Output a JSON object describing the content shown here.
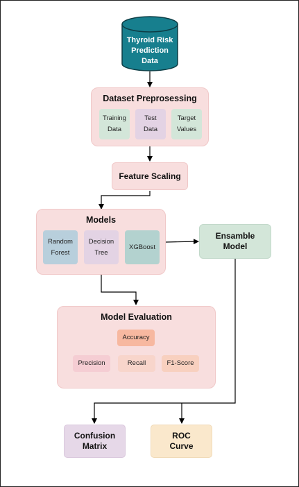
{
  "source": {
    "lines": [
      "Thyroid Risk",
      "Prediction",
      "Data"
    ]
  },
  "preprocessing": {
    "title": "Dataset Preprosessing",
    "items": [
      [
        "Training",
        "Data"
      ],
      [
        "Test",
        "Data"
      ],
      [
        "Target",
        "Values"
      ]
    ]
  },
  "feature_scaling": {
    "title": "Feature Scaling"
  },
  "models": {
    "title": "Models",
    "items": [
      [
        "Random",
        "Forest"
      ],
      [
        "Decision",
        "Tree"
      ],
      [
        "XGBoost"
      ]
    ]
  },
  "ensemble": {
    "lines": [
      "Ensamble",
      "Model"
    ]
  },
  "evaluation": {
    "title": "Model Evaluation",
    "accuracy": "Accuracy",
    "metrics": [
      "Precision",
      "Recall",
      "F1-Score"
    ]
  },
  "outputs": [
    {
      "lines": [
        "Confusion",
        "Matrix"
      ]
    },
    {
      "lines": [
        "ROC",
        "Curve"
      ]
    }
  ],
  "colors": {
    "pink_container": "#f8dede",
    "cylinder": "#177f8e",
    "cylinder_edge": "#0d3d45",
    "green": "#d3e6d9",
    "purple": "#e3d3e4",
    "blue_gray": "#b8cfdc",
    "teal": "#b3d2cf",
    "salmon": "#f7b8a0",
    "light_pink": "#f5cdd3",
    "light_salmon": "#f8d0bf",
    "lavender": "#e6d8e8",
    "cream": "#fae8cc"
  }
}
